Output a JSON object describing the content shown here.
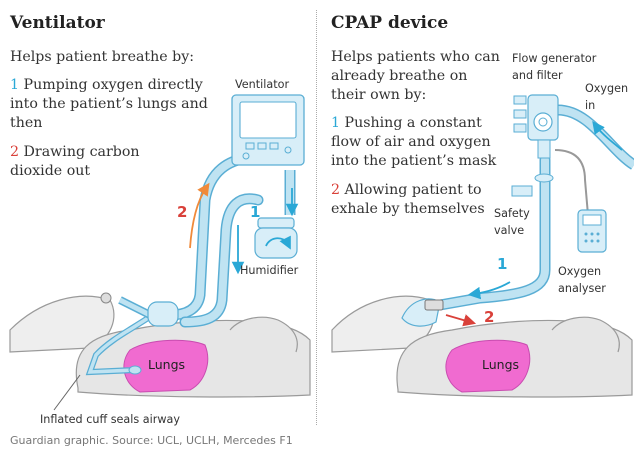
{
  "left": {
    "title": "Ventilator",
    "intro": "Helps patient breathe by:",
    "step1_num": "1",
    "step1_text": "Pumping oxygen directly into the patient’s lungs and then",
    "step2_num": "2",
    "step2_text": "Drawing carbon dioxide out",
    "labels": {
      "ventilator": "Ventilator",
      "humidifier": "Humidifier",
      "lungs": "Lungs",
      "cuff": "Inflated cuff seals airway",
      "arrow1": "1",
      "arrow2": "2"
    }
  },
  "right": {
    "title": "CPAP device",
    "intro": "Helps patients who can already breathe on their own by:",
    "step1_num": "1",
    "step1_text": "Pushing a constant flow of air and oxygen into the patient’s mask",
    "step2_num": "2",
    "step2_text": "Allowing patient to exhale by themselves",
    "labels": {
      "flow_generator": "Flow generator and filter",
      "oxygen_in": "Oxygen in",
      "safety_valve": "Safety valve",
      "oxygen_analyser": "Oxygen analyser",
      "lungs": "Lungs",
      "arrow1": "1",
      "arrow2": "2"
    }
  },
  "footer": "Guardian graphic. Source: UCL, UCLH, Mercedes F1",
  "colors": {
    "tube": "#bfe3f2",
    "tube_stroke": "#5aaed4",
    "device": "#d8eef8",
    "lungs": "#f06bd0",
    "arrow_blue": "#2aa8d6",
    "arrow_orange": "#f08a3a",
    "arrow_red": "#d9413a",
    "body_fill": "#e6e6e6",
    "body_stroke": "#9a9a9a"
  }
}
